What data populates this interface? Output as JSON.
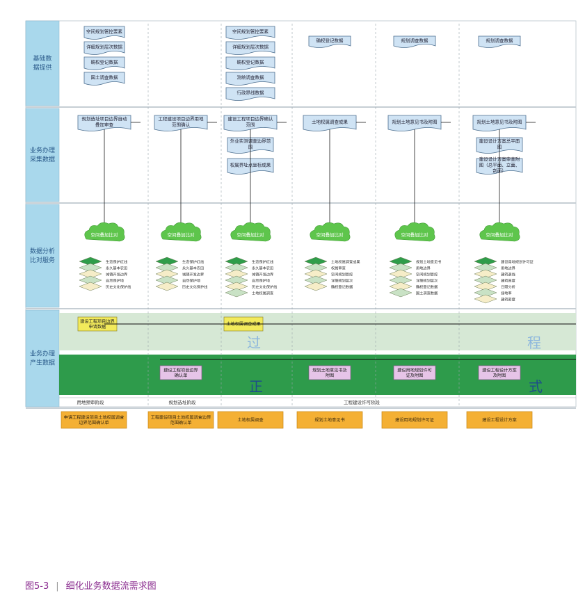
{
  "lanes": [
    "基础数据提供",
    "业务办理采集数据",
    "数据分析比对服务",
    "业务办理产生数据"
  ],
  "columns": [
    {
      "doc_boxes": [
        "空间规划管控要素",
        "详细规划层次数据",
        "确权登记数据",
        "国土调查数据"
      ],
      "business": "规划选址项目边界自动叠加审查",
      "cloud": "空间叠加比对",
      "layers": [
        "生态保护红线",
        "永久基本农田",
        "城镇开发边界",
        "自然保护地",
        "历史文化保护线"
      ],
      "process_yellow": "建设工程项目边界申请数据",
      "output": "申请工程建设项目土地权属调查边界范围确认单"
    },
    {
      "business": "工程建设项目边界用地范围确认",
      "cloud": "空间叠加比对",
      "layers": [
        "生态保护红线",
        "永久基本农田",
        "城镇开发边界",
        "自然保护地",
        "历史文化保护线"
      ],
      "formal_green": "建设工程项目边界确认单",
      "output": "工程建设项目土地权属调查边界范围确认单"
    },
    {
      "doc_boxes": [
        "空间规划管控要素",
        "详细规划层次数据",
        "确权登记数据",
        "测绘调查数据",
        "行政界线数据"
      ],
      "business": "建设工程项目边界确认范围",
      "business_extra": [
        "外业实测调查边界范围",
        "权属界址点坐标成果"
      ],
      "cloud": "空间叠加比对",
      "layers": [
        "生态保护红线",
        "永久基本农田",
        "城镇开发边界",
        "自然保护地",
        "历史文化保护线",
        "土地权属调查"
      ],
      "process_yellow": "土地权属调查成果",
      "output": "土地权属调查"
    },
    {
      "doc_top": "确权登记数据",
      "business": "土地权属调查成果",
      "cloud": "空间叠加比对",
      "layers": [
        "土地权属调查成果",
        "权属审查",
        "空间规划管控",
        "详细规划层次",
        "确权登记数据"
      ],
      "formal_green": "规划土地意见书及附图",
      "output": "规划土地意见书"
    },
    {
      "doc_top": "规划调查数据",
      "business": "规划土地意见书及附图",
      "cloud": "空间叠加比对",
      "layers": [
        "规划土地意见书",
        "用地边界",
        "空间规划管控",
        "详细规划层次",
        "确权登记数据",
        "国土调查数据"
      ],
      "formal_green": "建设用地规划许可证及附图",
      "output": "建设用地规划许可证"
    },
    {
      "doc_top": "规划调查数据",
      "business": "规划土地意见书及附图",
      "business_extra": [
        "建设设计方案总平面图",
        "建设设计方案审查附图（总平面、立面、剖面）"
      ],
      "cloud": "空间叠加比对",
      "layers": [
        "建设用地规划许可证",
        "用地边界",
        "建筑退线",
        "建筑高度",
        "日照分析",
        "绿地率",
        "建筑密度"
      ],
      "formal_green": "建设工程设计方案及附图",
      "output": "建设工程设计方案"
    }
  ],
  "process_label_1": "过",
  "process_label_2": "程",
  "formal_label_1": "正",
  "formal_label_2": "式",
  "stages": [
    "用地预审阶段",
    "规划选址阶段",
    "工程建设许可阶段"
  ],
  "caption_number": "图5-3",
  "caption_sep": "|",
  "caption": "细化业务数据流需求图",
  "colors": {
    "lane_header": "#a9d8ec",
    "process_band": "#d6e8d5",
    "formal_band": "#2e9b4b",
    "output_box": "#f4b034",
    "doc_box": "#cfe3f4",
    "yellow_box": "#f2ea5b",
    "purple_box": "#e6c4e8",
    "cloud": "#5ec54c",
    "layer_dark": "#2f9d4a",
    "layer_light": "#f6edc8"
  }
}
